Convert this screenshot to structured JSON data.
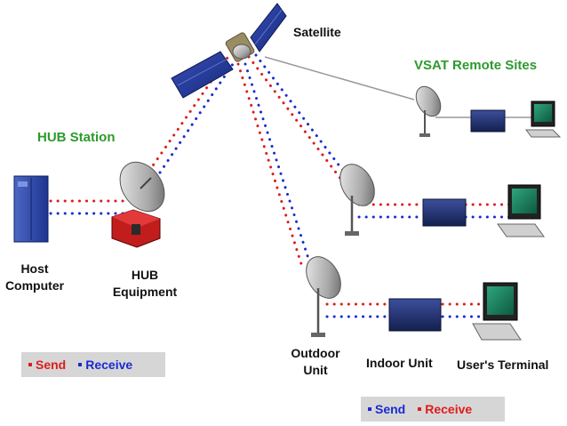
{
  "labels": {
    "satellite": "Satellite",
    "vsat_remote_sites": "VSAT Remote Sites",
    "hub_station": "HUB Station",
    "host_computer_line1": "Host",
    "host_computer_line2": "Computer",
    "hub_equipment_line1": "HUB",
    "hub_equipment_line2": "Equipment",
    "outdoor_unit_line1": "Outdoor",
    "outdoor_unit_line2": "Unit",
    "indoor_unit": "Indoor Unit",
    "users_terminal": "User's Terminal"
  },
  "legend_left": {
    "first": "Send",
    "second": "Receive"
  },
  "legend_right": {
    "first": "Send",
    "second": "Receive"
  },
  "colors": {
    "send": "#e01b1b",
    "receive": "#1a2bd0",
    "title_green": "#2d9a2d",
    "legend_bg": "#d6d6d6"
  }
}
